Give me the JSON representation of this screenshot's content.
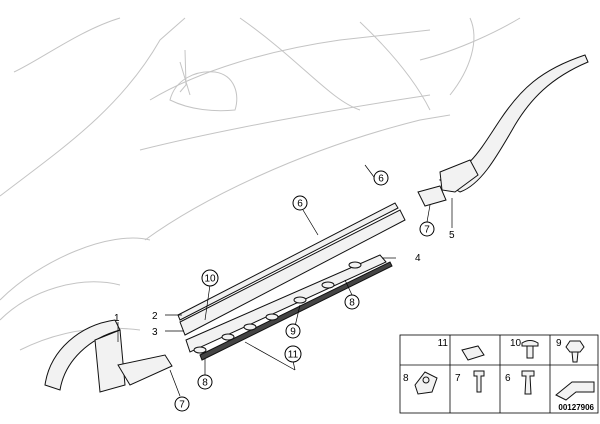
{
  "callouts": {
    "c1": "1",
    "c2": "2",
    "c3": "3",
    "c4": "4",
    "c5": "5",
    "c6a": "6",
    "c6b": "6",
    "c7a": "7",
    "c7b": "7",
    "c8a": "8",
    "c8b": "8",
    "c9": "9",
    "c10": "10",
    "c11": "11"
  },
  "legend": {
    "row1": [
      "11",
      "10",
      "9"
    ],
    "row2": [
      "8",
      "7",
      "6"
    ]
  },
  "reference_number": "00127906"
}
